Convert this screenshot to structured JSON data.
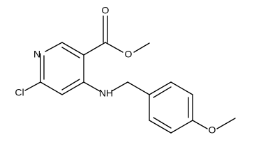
{
  "structure": {
    "atoms": {
      "ring_nitrogen": "N",
      "chlorine": "Cl",
      "amine": "NH",
      "carbonyl_oxygen": "O",
      "ester_oxygen": "O",
      "ether_oxygen": "O"
    }
  },
  "colors": {
    "ink": "#000000",
    "background": "#ffffff"
  }
}
